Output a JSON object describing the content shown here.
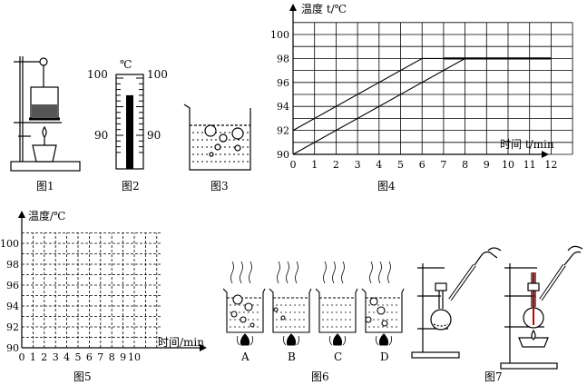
{
  "figures": {
    "fig1": {
      "caption": "图1"
    },
    "fig2": {
      "caption": "图2",
      "unit": "℃",
      "left_top": "100",
      "left_mid": "90",
      "right_top": "100",
      "right_mid": "90",
      "reading": 97
    },
    "fig3": {
      "caption": "图3"
    },
    "fig4": {
      "caption": "图4",
      "ylabel": "温度 t/℃",
      "xlabel": "时间 t/min"
    },
    "fig5": {
      "caption": "图5",
      "ylabel": "温度/℃",
      "xlabel": "时间/min"
    },
    "fig6": {
      "caption": "图6",
      "beakers": [
        "A",
        "B",
        "C",
        "D"
      ]
    },
    "fig7": {
      "caption": "图7"
    }
  },
  "chart_data": [
    {
      "type": "line",
      "title": "",
      "xlabel": "时间 t/min",
      "ylabel": "温度 t/℃",
      "x_ticks": [
        "0",
        "1",
        "2",
        "3",
        "4",
        "5",
        "6",
        "7",
        "8",
        "9",
        "10",
        "11",
        "12"
      ],
      "y_ticks": [
        "90",
        "92",
        "94",
        "96",
        "98",
        "100"
      ],
      "xlim": [
        0,
        13
      ],
      "ylim": [
        90,
        101
      ],
      "grid": true,
      "series": [
        {
          "x": [
            0,
            6,
            7,
            12
          ],
          "y": [
            92,
            98,
            98,
            98
          ]
        },
        {
          "x": [
            0,
            8,
            12
          ],
          "y": [
            90,
            98,
            98
          ]
        }
      ]
    },
    {
      "type": "line",
      "title": "",
      "xlabel": "时间/min",
      "ylabel": "温度/℃",
      "x_ticks": [
        "0",
        "1",
        "2",
        "3",
        "4",
        "5",
        "6",
        "7",
        "8",
        "9",
        "10"
      ],
      "y_ticks": [
        "90",
        "92",
        "94",
        "96",
        "98",
        "100"
      ],
      "xlim": [
        0,
        12.5
      ],
      "ylim": [
        90,
        101
      ],
      "grid": "dashed",
      "series": []
    }
  ]
}
